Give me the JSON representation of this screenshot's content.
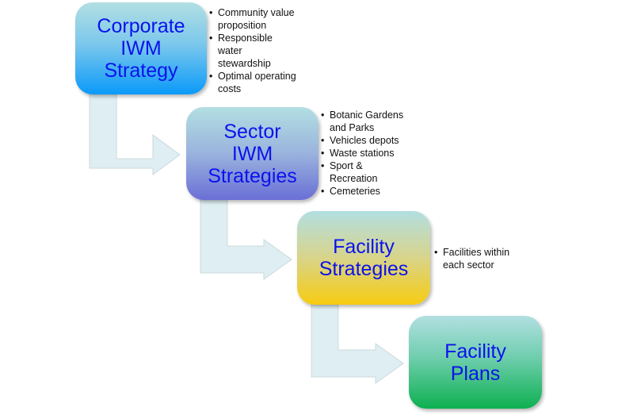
{
  "diagram": {
    "title": "IWM Strategy Hierarchy",
    "colors": {
      "text": "#0a12ee",
      "arrow_fill": "#deeef2",
      "arrow_stroke": "#c8d6da"
    },
    "levels": [
      {
        "lines": [
          "Corporate",
          "IWM",
          "Strategy"
        ],
        "bullets": [
          "Community value proposition",
          "Responsible water stewardship",
          "Optimal operating costs"
        ]
      },
      {
        "lines": [
          "Sector",
          "IWM",
          "Strategies"
        ],
        "bullets": [
          "Botanic Gardens and Parks",
          "Vehicles depots",
          "Waste stations",
          "Sport & Recreation",
          "Cemeteries"
        ]
      },
      {
        "lines": [
          "Facility",
          "Strategies"
        ],
        "bullets": [
          "Facilities within each sector"
        ]
      },
      {
        "lines": [
          "Facility",
          "Plans"
        ],
        "bullets": []
      }
    ],
    "bullet_glyph": "•"
  }
}
